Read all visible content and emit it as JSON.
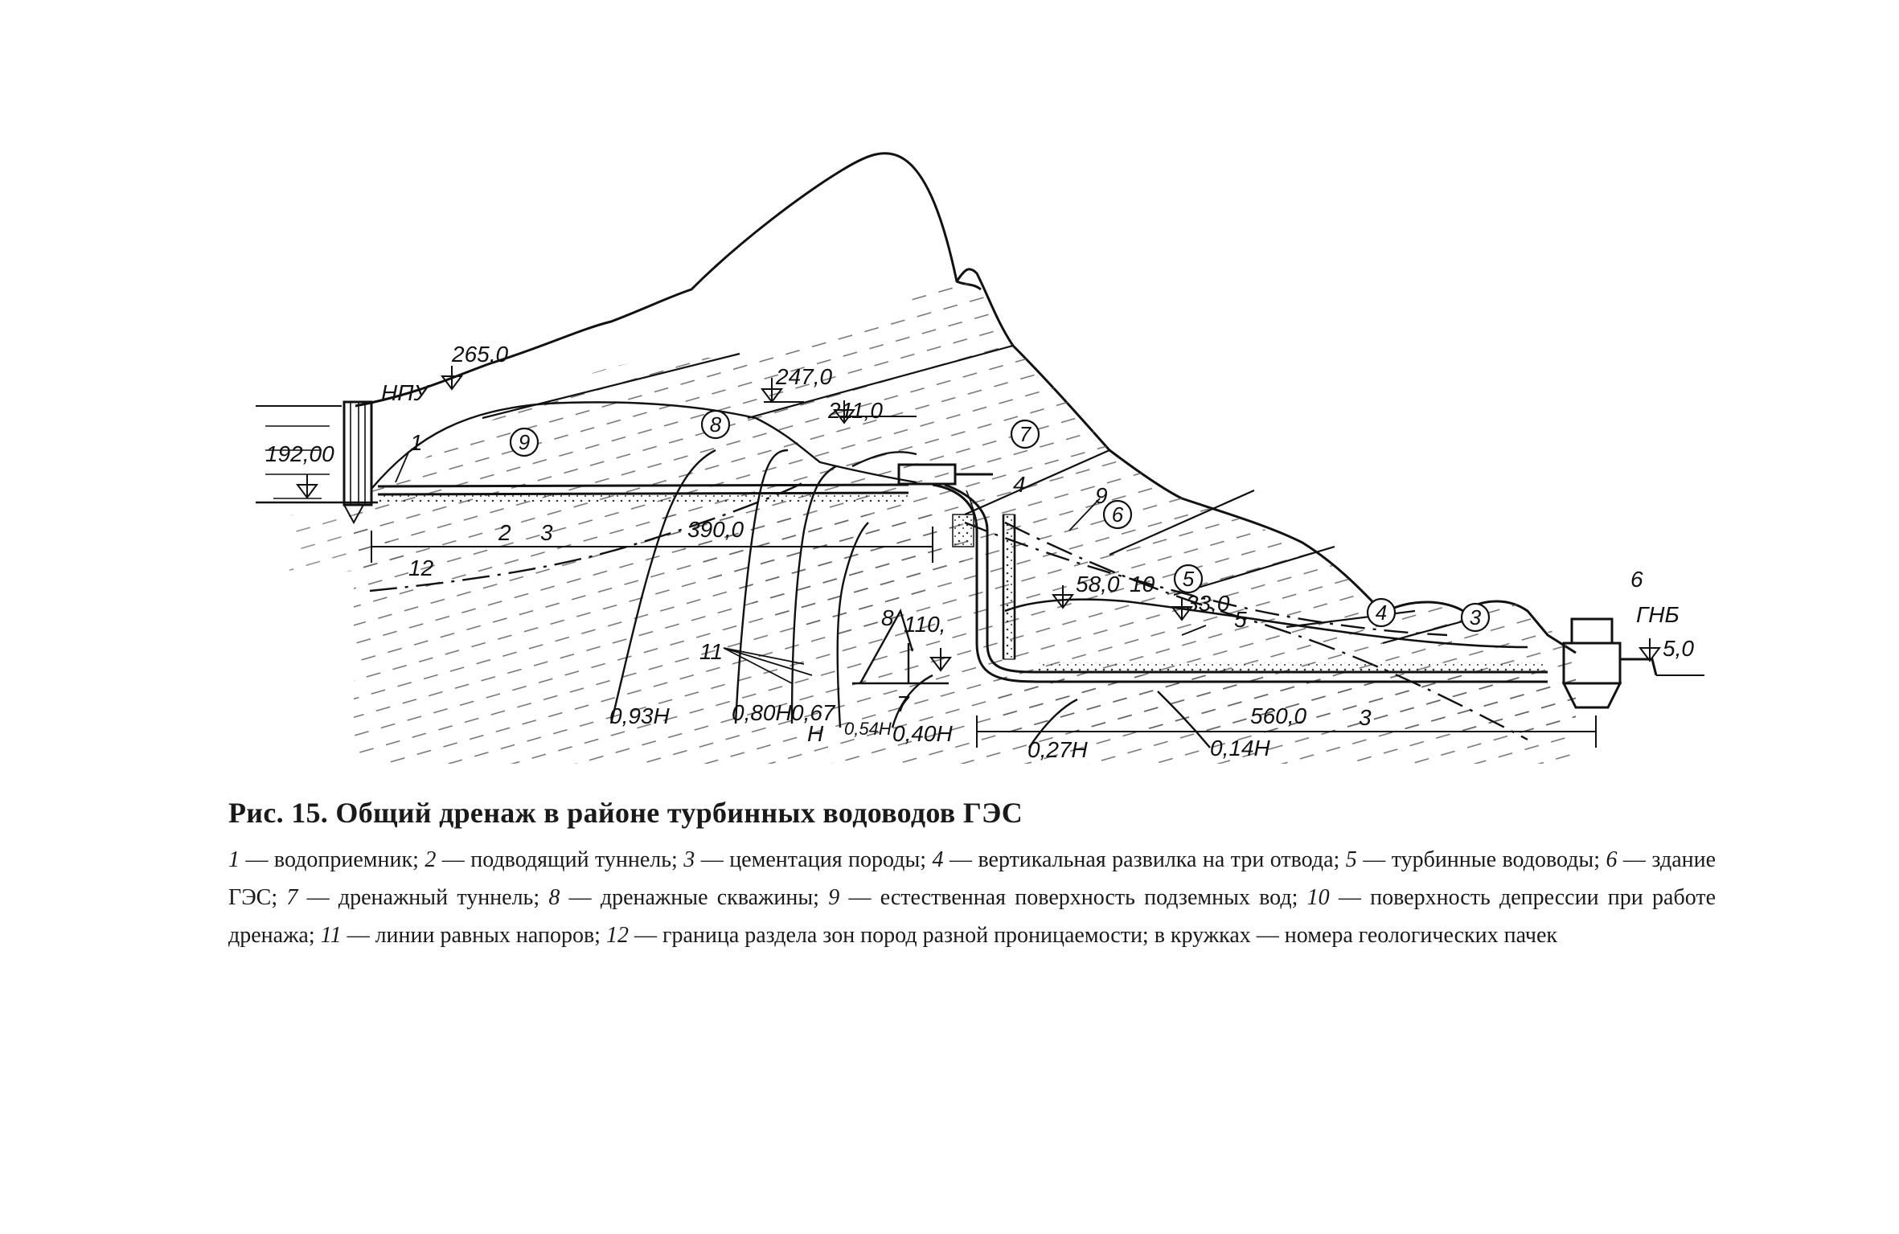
{
  "figure": {
    "labels": {
      "elev_265": "265,0",
      "npu": "НПУ",
      "elev_247": "247,0",
      "elev_211": "211,0",
      "elev_192": "192,00",
      "elev_58": "58,0",
      "elev_33": "33,0",
      "elev_110": "110,",
      "gnb": "ГНБ",
      "elev_5": "5,0",
      "dist_390": "390,0",
      "dist_560": "560,0",
      "num_1": "1",
      "num_2": "2",
      "num_3a": "3",
      "num_3b": "3",
      "num_4": "4",
      "num_5": "5",
      "num_6": "6",
      "num_7": "7",
      "num_8": "8",
      "num_9": "9",
      "num_10": "10",
      "num_11": "11",
      "num_12": "12",
      "head_093": "0,93Н",
      "head_080": "0,80Н",
      "head_067": "0,67",
      "head_067_h": "Н",
      "head_054": "0,54Н",
      "head_040": "0,40Н",
      "head_027": "0,27Н",
      "head_014": "0,14Н"
    },
    "circled": [
      {
        "label": "9"
      },
      {
        "label": "8"
      },
      {
        "label": "7"
      },
      {
        "label": "6"
      },
      {
        "label": "5"
      },
      {
        "label": "4"
      },
      {
        "label": "3"
      }
    ]
  },
  "caption": {
    "title": "Рис. 15. Общий дренаж в районе турбинных водоводов ГЭС",
    "legend": [
      {
        "num": "1",
        "text": "водоприемник;"
      },
      {
        "num": "2",
        "text": "подводящий туннель;"
      },
      {
        "num": "3",
        "text": "цементация породы;"
      },
      {
        "num": "4",
        "text": "вертикальная развилка на три отвода;"
      },
      {
        "num": "5",
        "text": "турбинные водоводы;"
      },
      {
        "num": "6",
        "text": "здание ГЭС;"
      },
      {
        "num": "7",
        "text": "дренажный туннель;"
      },
      {
        "num": "8",
        "text": "дренажные скважины;"
      },
      {
        "num": "9",
        "text": "естественная поверхность подземных вод;"
      },
      {
        "num": "10",
        "text": "поверхность депрессии при работе дренажа;"
      },
      {
        "num": "11",
        "text": "линии равных напоров;"
      },
      {
        "num": "12",
        "text": "граница раздела зон пород разной проницаемости;"
      }
    ],
    "suffix": "в кружках — номера геологических пачек"
  }
}
